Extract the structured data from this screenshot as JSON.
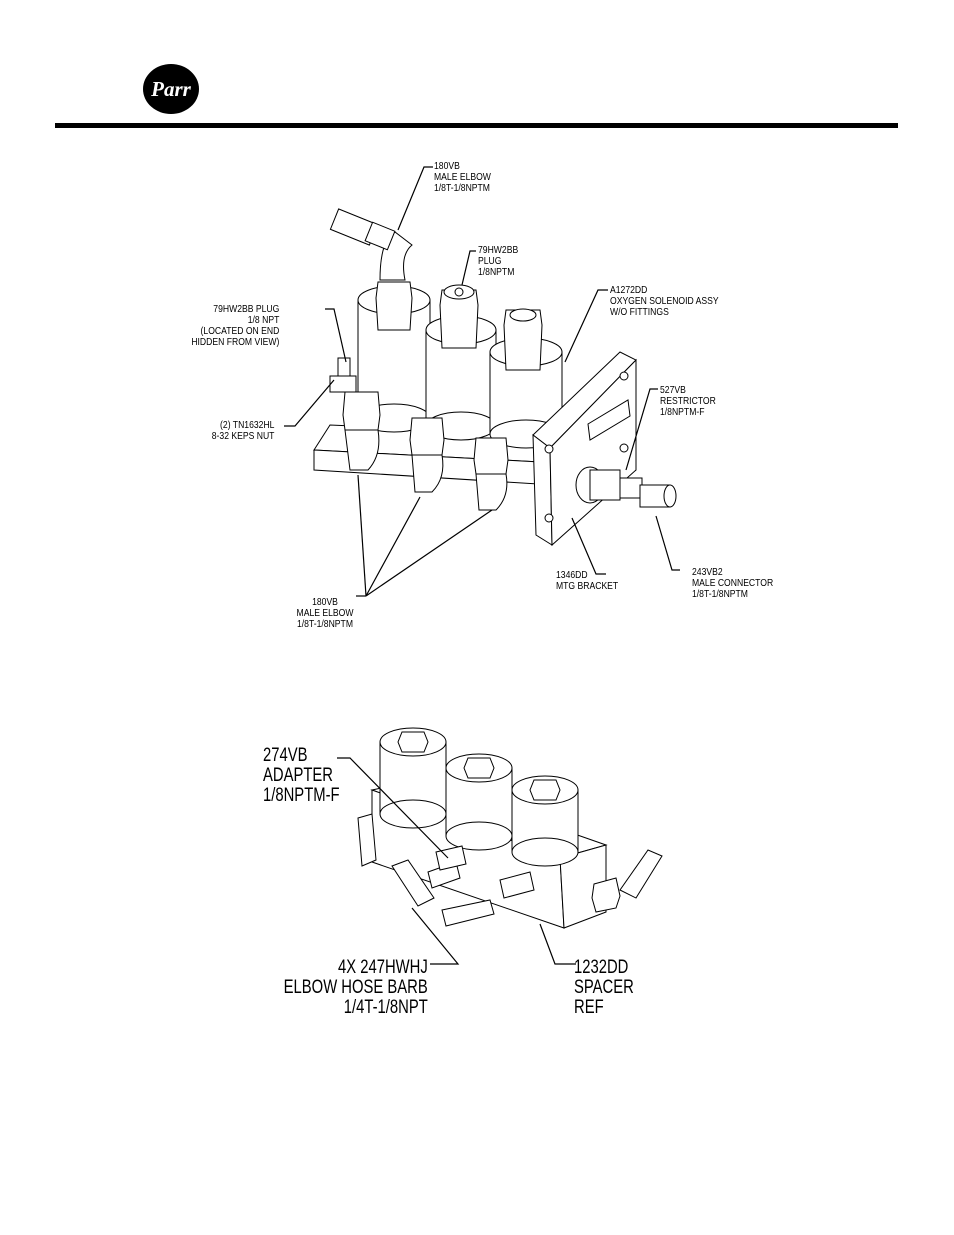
{
  "header": {
    "logo_text": "Parr"
  },
  "diagram1": {
    "labels": {
      "elbow_top": "180VB\nMALE ELBOW\n1/8T-1/8NPTM",
      "plug_top": "79HW2BB\nPLUG\n1/8NPTM",
      "solenoid": "A1272DD\nOXYGEN SOLENOID ASSY\nW/O FITTINGS",
      "plug_end": "79HW2BB PLUG\n1/8 NPT\n(LOCATED ON END\nHIDDEN FROM VIEW)",
      "restrictor": "527VB\nRESTRICTOR\n1/8NPTM-F",
      "keps_nut": "(2) TN1632HL\n8-32 KEPS NUT",
      "bracket": "1346DD\nMTG BRACKET",
      "connector": "243VB2\nMALE CONNECTOR\n1/8T-1/8NPTM",
      "elbow_bottom": "180VB\nMALE ELBOW\n1/8T-1/8NPTM"
    }
  },
  "diagram2": {
    "labels": {
      "adapter": "274VB\nADAPTER\n1/8NPTM-F",
      "hose_barb": "4X 247HWHJ\nELBOW HOSE BARB\n1/4T-1/8NPT",
      "spacer": "1232DD\nSPACER\nREF"
    }
  }
}
